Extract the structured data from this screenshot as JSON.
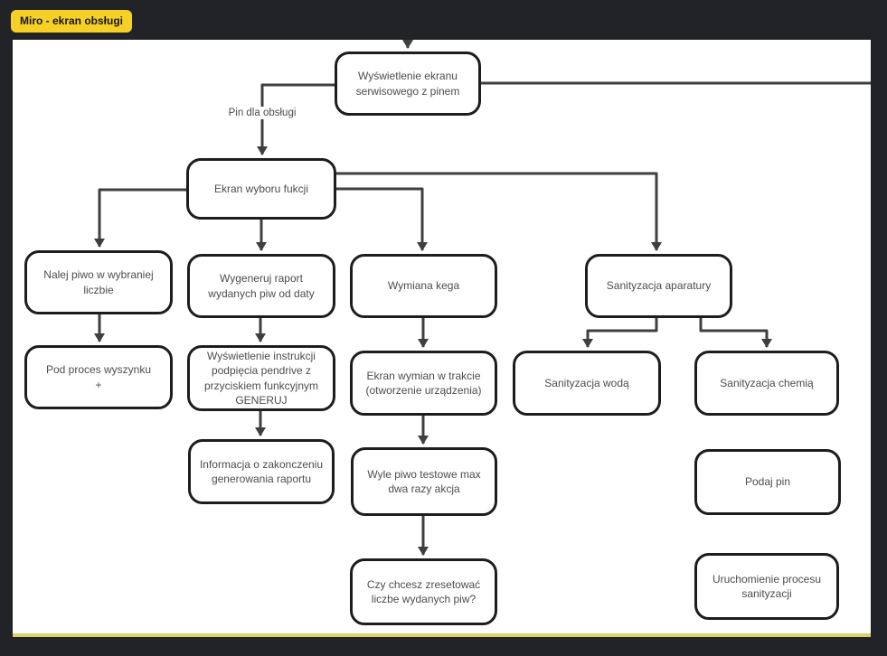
{
  "frame": {
    "title": "Miro - ekran obsługi"
  },
  "colors": {
    "background": "#222326",
    "frame_yellow": "#f5d128",
    "frame_bottom_edge": "#ddd06a",
    "box_border": "#1d1d1d",
    "connector": "#3f3f3f",
    "text": "#4d4d4d"
  },
  "edge_labels": {
    "pin": "Pin dla obsługi"
  },
  "nodes": {
    "serwis_pin": {
      "label": "Wyświetlenie ekranu serwisowego z pinem"
    },
    "ekran_wyboru": {
      "label": "Ekran wyboru fukcji"
    },
    "nalej_piwo": {
      "label": "Nalej piwo w wybraniej liczbie"
    },
    "wygeneruj_raport": {
      "label": "Wygeneruj raport wydanych piw od daty"
    },
    "wymiana_kega": {
      "label": "Wymiana kega"
    },
    "sanityzacja_aparatury": {
      "label": "Sanityzacja aparatury"
    },
    "pod_proces": {
      "label": "Pod proces wyszynku\n+"
    },
    "instrukcja_pendrive": {
      "label": "Wyświetlenie instrukcji podpięcia pendrive z przyciskiem funkcyjnym GENERUJ"
    },
    "ekran_wymian": {
      "label": "Ekran wymian w trakcie (otworzenie urządzenia)"
    },
    "sanityzacja_woda": {
      "label": "Sanityzacja wodą"
    },
    "sanityzacja_chemia": {
      "label": "Sanityzacja chemią"
    },
    "informacja_raport": {
      "label": "Informacja o zakonczeniu generowania raportu"
    },
    "wyle_piwo": {
      "label": "Wyle piwo testowe max dwa razy akcja"
    },
    "podaj_pin": {
      "label": "Podaj pin"
    },
    "czy_reset": {
      "label": "Czy chcesz zresetować liczbe wydanych piw?"
    },
    "uruchomienie": {
      "label": "Uruchomienie procesu sanityzacji"
    }
  }
}
